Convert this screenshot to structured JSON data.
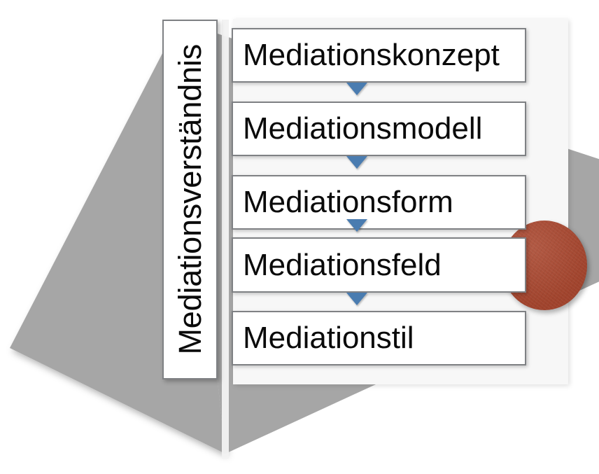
{
  "diagram": {
    "title": "Mediationsverständnis",
    "side_label": "Mediationsverständnis",
    "colors": {
      "pyramid_gray": "#a6a6a6",
      "panel_background": "#f7f7f7",
      "box_border": "#7f8184",
      "box_fill": "#ffffff",
      "arrow_blue": "#4a7cb0",
      "circle_red": "#a9472f",
      "text": "#0a0a0a"
    },
    "stages": [
      {
        "label": "Mediationskonzept"
      },
      {
        "label": "Mediationsmodell"
      },
      {
        "label": "Mediationsform"
      },
      {
        "label": "Mediationsfeld"
      },
      {
        "label": "Mediationstil"
      }
    ],
    "connectors": [
      {
        "icon": "down-arrow-icon"
      },
      {
        "icon": "down-arrow-icon"
      },
      {
        "icon": "down-arrow-icon"
      },
      {
        "icon": "down-arrow-icon"
      }
    ],
    "highlight": {
      "shape": "circle",
      "name": "red-circle-highlight",
      "attached_to": "Mediationsfeld"
    }
  }
}
